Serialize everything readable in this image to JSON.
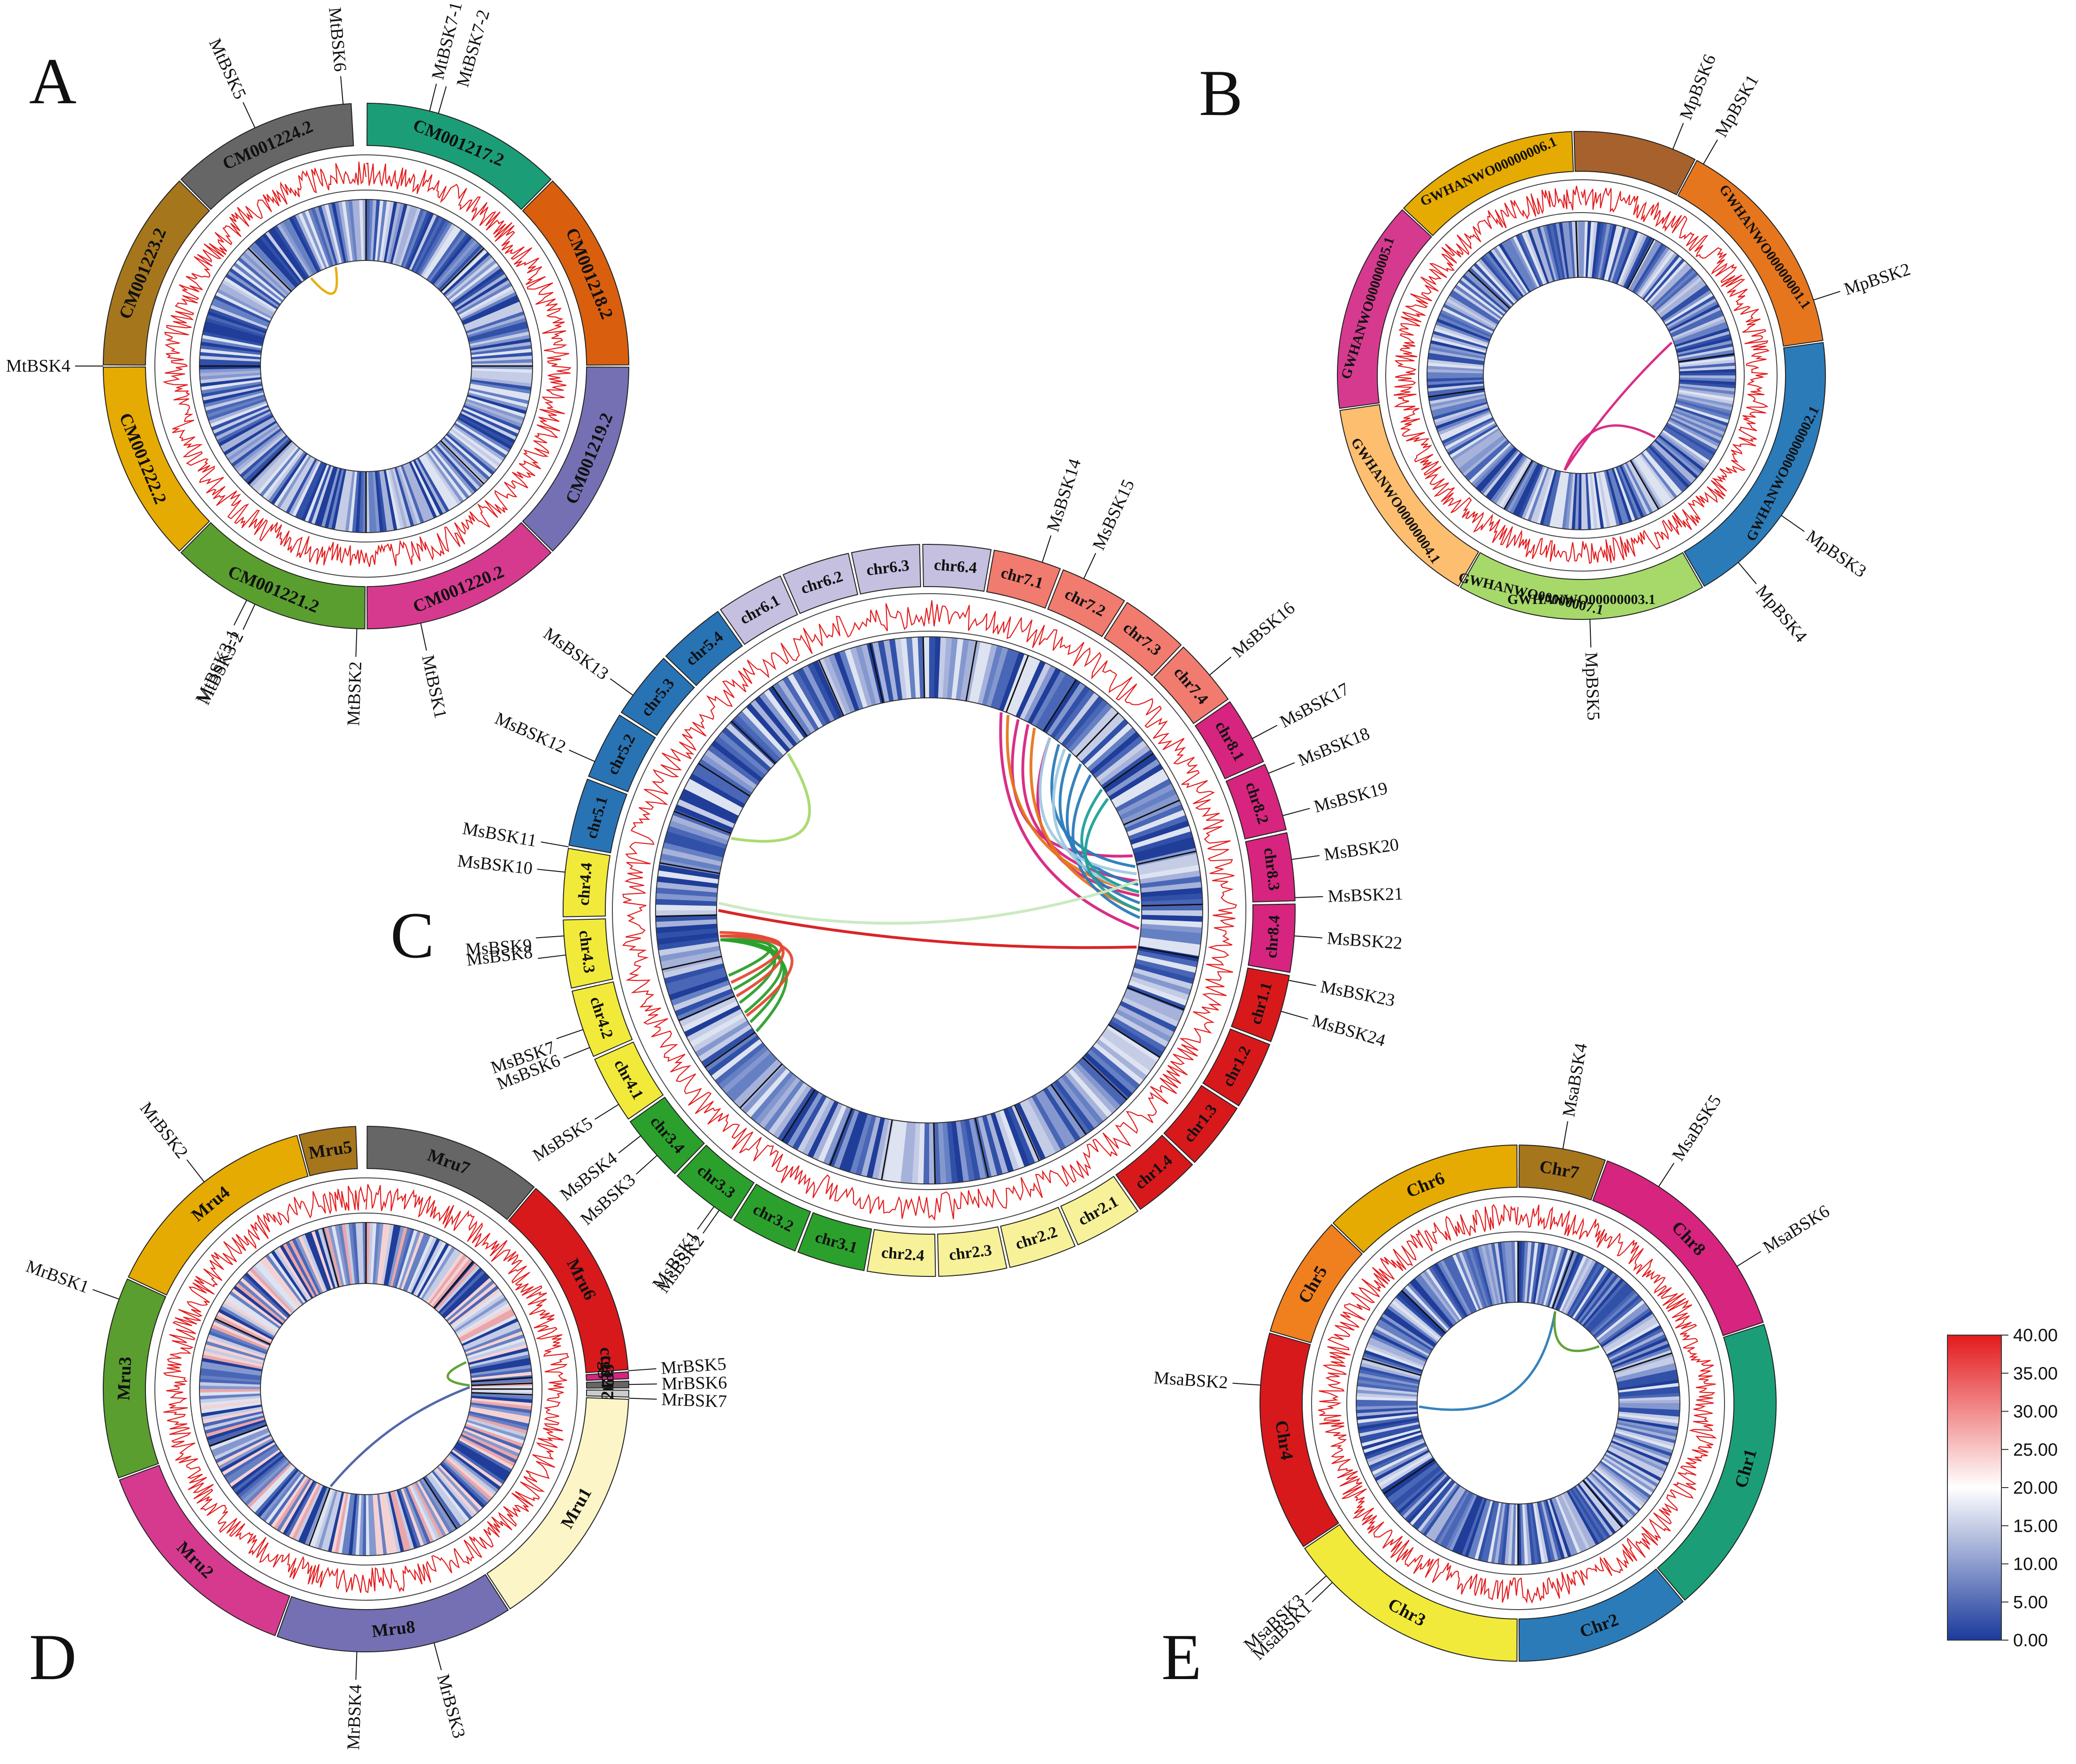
{
  "panels": [
    {
      "letter": "A",
      "chromosomes": [
        {
          "name": "CM001218.2",
          "color": "#d95f0e"
        },
        {
          "name": "CM001219.2",
          "color": "#7570b3"
        },
        {
          "name": "CM001220.2",
          "color": "#d63a8f"
        },
        {
          "name": "CM001221.2",
          "color": "#5a9e2f"
        },
        {
          "name": "CM001222.2",
          "color": "#e6ab02"
        },
        {
          "name": "CM001223.2",
          "color": "#a6761d"
        },
        {
          "name": "CM001224.2",
          "color": "#666666"
        },
        {
          "name": "CM001217.2",
          "color": "#1b9e77"
        }
      ],
      "genes": [
        "MtBSK1",
        "MtBSK2",
        "MtBSK3-1",
        "MtBSK3-2",
        "MtBSK4",
        "MtBSK5",
        "MtBSK6",
        "MtBSK7-1",
        "MtBSK7-2"
      ],
      "link_colors": [
        "#e6ab02"
      ]
    },
    {
      "letter": "B",
      "chromosomes": [
        {
          "name": "GWHANWO00000002.1",
          "color": "#2b7bb9"
        },
        {
          "name": "GWHANWO00000003.1",
          "color": "#a6d96a"
        },
        {
          "name": "GWHANWO00000004.1",
          "color": "#fdbf6f"
        },
        {
          "name": "GWHANWO00000005.1",
          "color": "#d63a8f"
        },
        {
          "name": "GWHANWO00000006.1",
          "color": "#e6ab02"
        },
        {
          "name": "GWHANWO00000007.1",
          "color": "#a6612d"
        },
        {
          "name": "GWHANWO00000001.1",
          "color": "#e6761d"
        }
      ],
      "genes": [
        "MpBSK1",
        "MpBSK2",
        "MpBSK3",
        "MpBSK4",
        "MpBSK5",
        "MpBSK6"
      ],
      "link_colors": [
        "#d6247f"
      ]
    },
    {
      "letter": "C",
      "chromosomes": [
        {
          "name": "chr1.1",
          "color": "#d7191c"
        },
        {
          "name": "chr1.2",
          "color": "#d7191c"
        },
        {
          "name": "chr1.3",
          "color": "#d7191c"
        },
        {
          "name": "chr1.4",
          "color": "#d7191c"
        },
        {
          "name": "chr2.1",
          "color": "#f7f19a"
        },
        {
          "name": "chr2.2",
          "color": "#f7f19a"
        },
        {
          "name": "chr2.3",
          "color": "#f7f19a"
        },
        {
          "name": "chr2.4",
          "color": "#f7f19a"
        },
        {
          "name": "chr3.1",
          "color": "#2ca02c"
        },
        {
          "name": "chr3.2",
          "color": "#2ca02c"
        },
        {
          "name": "chr3.3",
          "color": "#2ca02c"
        },
        {
          "name": "chr3.4",
          "color": "#2ca02c"
        },
        {
          "name": "chr4.1",
          "color": "#f2ea3a"
        },
        {
          "name": "chr4.2",
          "color": "#f2ea3a"
        },
        {
          "name": "chr4.3",
          "color": "#f2ea3a"
        },
        {
          "name": "chr4.4",
          "color": "#f2ea3a"
        },
        {
          "name": "chr5.1",
          "color": "#2873b4"
        },
        {
          "name": "chr5.2",
          "color": "#2873b4"
        },
        {
          "name": "chr5.3",
          "color": "#2873b4"
        },
        {
          "name": "chr5.4",
          "color": "#2873b4"
        },
        {
          "name": "chr6.1",
          "color": "#c5c0e0"
        },
        {
          "name": "chr6.2",
          "color": "#c5c0e0"
        },
        {
          "name": "chr6.3",
          "color": "#c5c0e0"
        },
        {
          "name": "chr6.4",
          "color": "#c5c0e0"
        },
        {
          "name": "chr7.1",
          "color": "#f07b6e"
        },
        {
          "name": "chr7.2",
          "color": "#f07b6e"
        },
        {
          "name": "chr7.3",
          "color": "#f07b6e"
        },
        {
          "name": "chr7.4",
          "color": "#f07b6e"
        },
        {
          "name": "chr8.1",
          "color": "#d6247f"
        },
        {
          "name": "chr8.2",
          "color": "#d6247f"
        },
        {
          "name": "chr8.3",
          "color": "#d6247f"
        },
        {
          "name": "chr8.4",
          "color": "#d6247f"
        }
      ],
      "genes": [
        "MsBSK1",
        "MsBSK2",
        "MsBSK3",
        "MsBSK4",
        "MsBSK5",
        "MsBSK6",
        "MsBSK7",
        "MsBSK8",
        "MsBSK9",
        "MsBSK10",
        "MsBSK11",
        "MsBSK12",
        "MsBSK13",
        "MsBSK14",
        "MsBSK15",
        "MsBSK16",
        "MsBSK17",
        "MsBSK18",
        "MsBSK19",
        "MsBSK20",
        "MsBSK21",
        "MsBSK22",
        "MsBSK23",
        "MsBSK24"
      ],
      "link_colors": [
        "#2ca02c",
        "#e34a33",
        "#a6d96a",
        "#d6247f",
        "#e6761d",
        "#2b7bb9",
        "#9ecae1",
        "#20a09a",
        "#d7191c",
        "#c7e9c0"
      ]
    },
    {
      "letter": "D",
      "chromosomes": [
        {
          "name": "Mru6",
          "color": "#d7191c"
        },
        {
          "name": "ctg1968",
          "color": "#d6247f"
        },
        {
          "name": "ctg2018",
          "color": "#666666"
        },
        {
          "name": "ctg2135",
          "color": "#cccccc"
        },
        {
          "name": "Mru1",
          "color": "#fbf5c8"
        },
        {
          "name": "Mru8",
          "color": "#7570b3"
        },
        {
          "name": "Mru2",
          "color": "#d63a8f"
        },
        {
          "name": "Mru3",
          "color": "#5a9e2f"
        },
        {
          "name": "Mru4",
          "color": "#e6ab02"
        },
        {
          "name": "Mru5",
          "color": "#a6761d"
        },
        {
          "name": "Mru7",
          "color": "#666666"
        }
      ],
      "genes": [
        "MrBSK1",
        "MrBSK2",
        "MrBSK3",
        "MrBSK4",
        "MrBSK5",
        "MrBSK6",
        "MrBSK7"
      ],
      "link_colors": [
        "#5a9e2f",
        "#4a5fa8"
      ]
    },
    {
      "letter": "E",
      "chromosomes": [
        {
          "name": "Chr8",
          "color": "#d6247f"
        },
        {
          "name": "Chr1",
          "color": "#1b9e77"
        },
        {
          "name": "Chr2",
          "color": "#2b7bb9"
        },
        {
          "name": "Chr3",
          "color": "#f2ea3a"
        },
        {
          "name": "Chr4",
          "color": "#d7191c"
        },
        {
          "name": "Chr5",
          "color": "#f07f1e"
        },
        {
          "name": "Chr6",
          "color": "#e6ab02"
        },
        {
          "name": "Chr7",
          "color": "#a6761d"
        }
      ],
      "genes": [
        "MsaBSK1",
        "MsaBSK2",
        "MsaBSK3",
        "MsaBSK4",
        "MsaBSK5",
        "MsaBSK6"
      ],
      "link_colors": [
        "#2b7bb9",
        "#5a9e2f"
      ]
    }
  ],
  "legend": {
    "ticks": [
      "40.00",
      "35.00",
      "30.00",
      "25.00",
      "20.00",
      "15.00",
      "10.00",
      "5.00",
      "0.00"
    ],
    "colors": [
      "#1a3a9c",
      "#ffffff",
      "#e31a1c"
    ]
  }
}
